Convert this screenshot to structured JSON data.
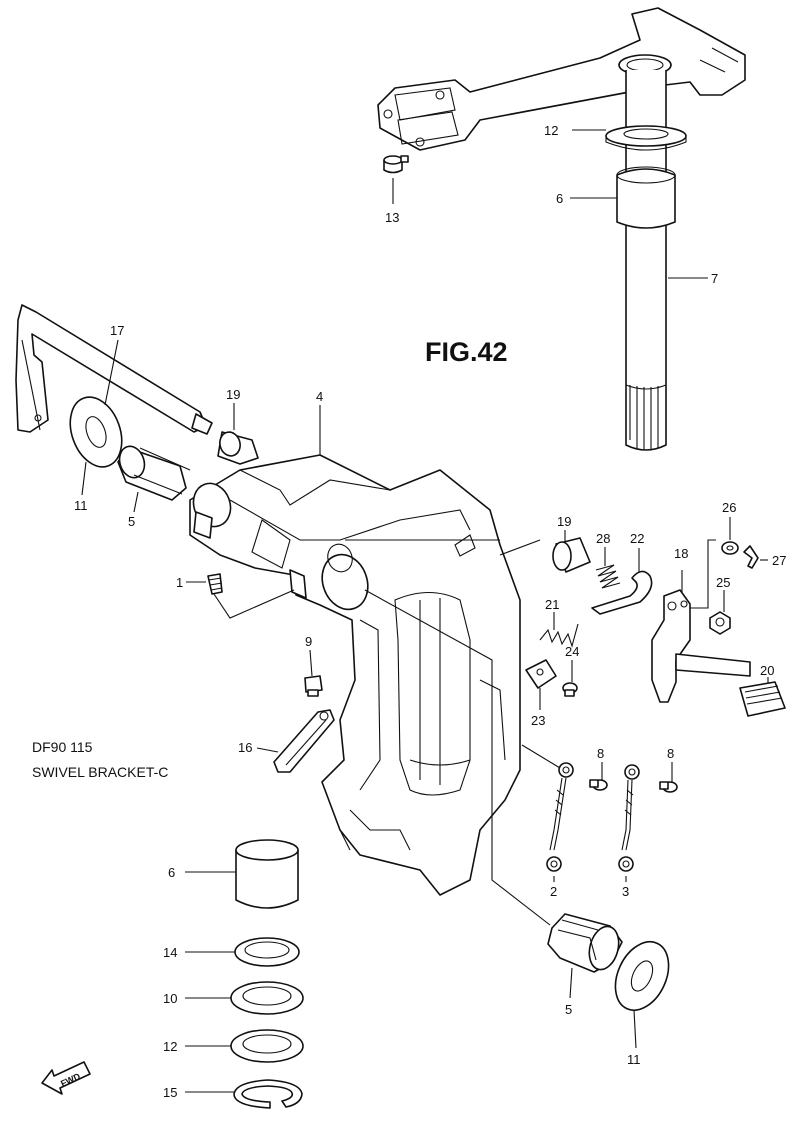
{
  "figure": {
    "title": "FIG.42"
  },
  "caption": {
    "model": "DF90 115",
    "name": "SWIVEL BRACKET-C"
  },
  "fwd_label": "FWD",
  "callouts": {
    "c1": "1",
    "c2": "2",
    "c3": "3",
    "c4": "4",
    "c5a": "5",
    "c5b": "5",
    "c6a": "6",
    "c6b": "6",
    "c7": "7",
    "c8a": "8",
    "c8b": "8",
    "c9": "9",
    "c10": "10",
    "c11a": "11",
    "c11b": "11",
    "c12a": "12",
    "c12b": "12",
    "c13": "13",
    "c14": "14",
    "c15": "15",
    "c16": "16",
    "c17": "17",
    "c18": "18",
    "c19a": "19",
    "c19b": "19",
    "c20": "20",
    "c21": "21",
    "c22": "22",
    "c23": "23",
    "c24": "24",
    "c25": "25",
    "c26": "26",
    "c27": "27",
    "c28": "28"
  }
}
